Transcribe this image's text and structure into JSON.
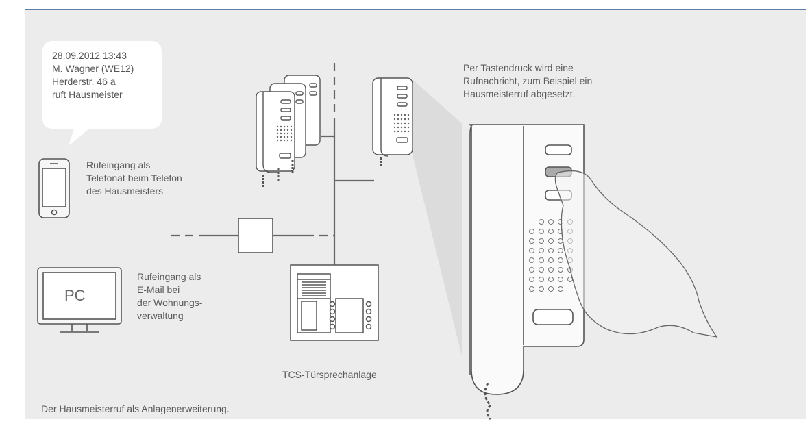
{
  "bubble": {
    "text": "28.09.2012  13:43\nM. Wagner (WE12)\nHerderstr. 46 a\nruft Hausmeister"
  },
  "phone_caption": "Rufeingang als\nTelefonat beim Telefon\ndes Hausmeisters",
  "pc": {
    "label": "PC",
    "caption": "Rufeingang als\nE-Mail bei\nder Wohnungs-\nverwaltung"
  },
  "intercom_caption": "TCS-Türsprechanlage",
  "handset_caption": "Per Tastendruck wird eine\nRufnachricht, zum Beispiel ein\nHausmeisterruf abgesetzt.",
  "footer_caption": "Der Hausmeisterruf als Anlagenerweiterung.",
  "icons": [
    "smartphone-icon",
    "monitor-icon",
    "indoor-handset-icon",
    "door-station-icon",
    "interface-box-icon",
    "hand-icon"
  ]
}
